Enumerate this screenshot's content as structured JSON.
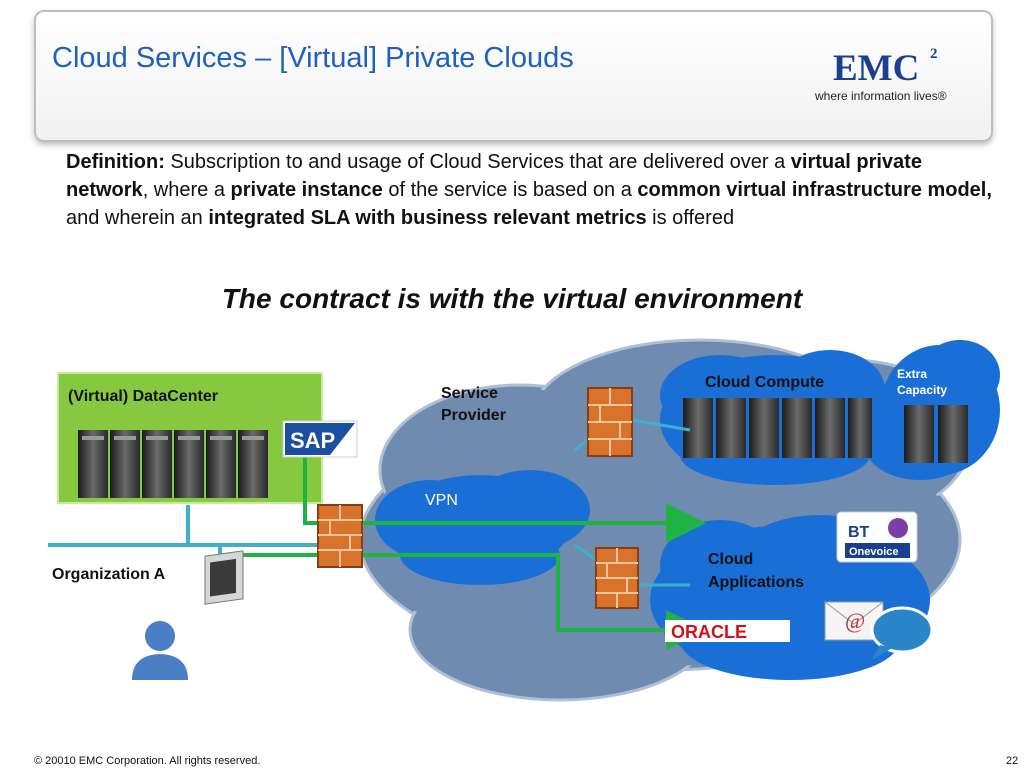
{
  "slide": {
    "title": "Cloud Services – [Virtual] Private Clouds",
    "logo": {
      "text": "EMC",
      "superscript": "2",
      "tagline": "where information lives®"
    },
    "definition": {
      "label": "Definition:",
      "t1": " Subscription to and usage of Cloud Services that are delivered over a ",
      "b1": "virtual private network",
      "t2": ", where a ",
      "b2": "private instance",
      "t3": " of the service is based on a ",
      "b3": "common virtual infrastructure model,",
      "t4": " and wherein an ",
      "b4": "integrated SLA with business relevant metrics",
      "t5": " is offered"
    },
    "contract_statement": "The contract is with the virtual environment",
    "footer": "© 20010  EMC Corporation.    All rights reserved.",
    "page_number": "22"
  },
  "diagram": {
    "datacenter_label": "(Virtual) DataCenter",
    "organization_label": "Organization A",
    "service_provider_label": "Service\nProvider",
    "vpn_label": "VPN",
    "cloud_compute_label": "Cloud Compute",
    "extra_capacity_label": "Extra\nCapacity",
    "cloud_applications_label": "Cloud\nApplications",
    "sap_logo_text": "SAP",
    "oracle_logo_text": "ORACLE",
    "bt_logo_text": "BT",
    "bt_onevoice_text": "Onevoice",
    "email_symbol": "@",
    "colors": {
      "title": "#1f5fbf",
      "datacenter_green": "#86c940",
      "cloud_gray": "#6f8bb0",
      "cloud_blue": "#1a6fd6",
      "connector_green": "#1fb245",
      "connector_teal": "#3fb0c8",
      "firewall_orange": "#d9722a"
    }
  }
}
